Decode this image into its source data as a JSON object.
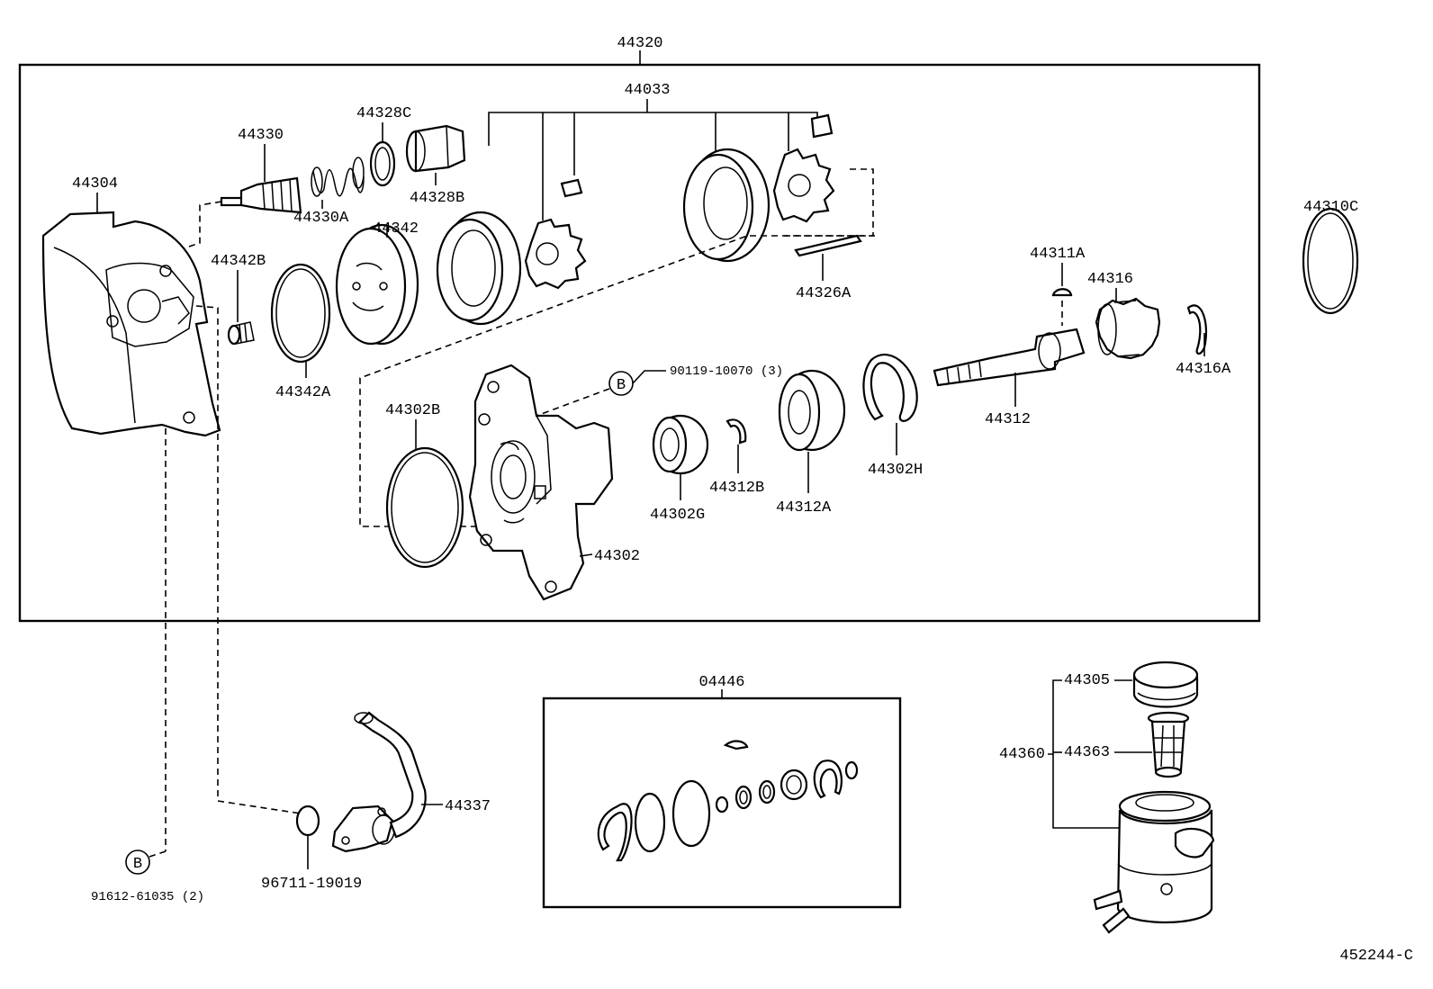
{
  "labels": {
    "p44320": "44320",
    "p44033": "44033",
    "p44304": "44304",
    "p44330": "44330",
    "p44328C": "44328C",
    "p44328B": "44328B",
    "p44330A": "44330A",
    "p44342": "44342",
    "p44342B": "44342B",
    "p44342A": "44342A",
    "p44326A": "44326A",
    "p44310C": "44310C",
    "p44311A": "44311A",
    "p44316": "44316",
    "p44316A": "44316A",
    "p44312": "44312",
    "p44302H": "44302H",
    "p44312A": "44312A",
    "p44312B": "44312B",
    "p44302G": "44302G",
    "p44302B": "44302B",
    "p44302": "44302",
    "p90119": "90119-10070 (3)",
    "p04446": "04446",
    "p44337": "44337",
    "p96711": "96711-19019",
    "p91612": "91612-61035 (2)",
    "p44305": "44305",
    "p44360": "44360",
    "p44363": "44363",
    "refB": "B",
    "figure_id": "452244-C"
  }
}
